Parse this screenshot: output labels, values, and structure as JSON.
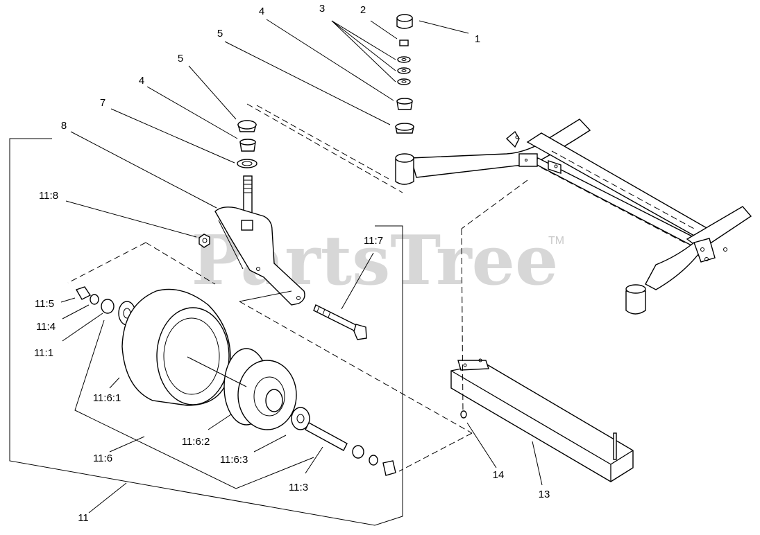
{
  "watermark": {
    "text": "PartsTree",
    "trademark": "TM"
  },
  "callouts": [
    {
      "id": "c1",
      "label": "1"
    },
    {
      "id": "c2",
      "label": "2"
    },
    {
      "id": "c3",
      "label": "3"
    },
    {
      "id": "c4a",
      "label": "4"
    },
    {
      "id": "c5a",
      "label": "5"
    },
    {
      "id": "c5b",
      "label": "5"
    },
    {
      "id": "c4b",
      "label": "4"
    },
    {
      "id": "c7",
      "label": "7"
    },
    {
      "id": "c8",
      "label": "8"
    },
    {
      "id": "c11-8",
      "label": "11:8"
    },
    {
      "id": "c11-7",
      "label": "11:7"
    },
    {
      "id": "c11-5",
      "label": "11:5"
    },
    {
      "id": "c11-4",
      "label": "11:4"
    },
    {
      "id": "c11-1",
      "label": "11:1"
    },
    {
      "id": "c11-6-1",
      "label": "11:6:1"
    },
    {
      "id": "c11-6-2",
      "label": "11:6:2"
    },
    {
      "id": "c11-6-3",
      "label": "11:6:3"
    },
    {
      "id": "c11-6",
      "label": "11:6"
    },
    {
      "id": "c11-3",
      "label": "11:3"
    },
    {
      "id": "c11",
      "label": "11"
    },
    {
      "id": "c14",
      "label": "14"
    },
    {
      "id": "c13",
      "label": "13"
    }
  ]
}
